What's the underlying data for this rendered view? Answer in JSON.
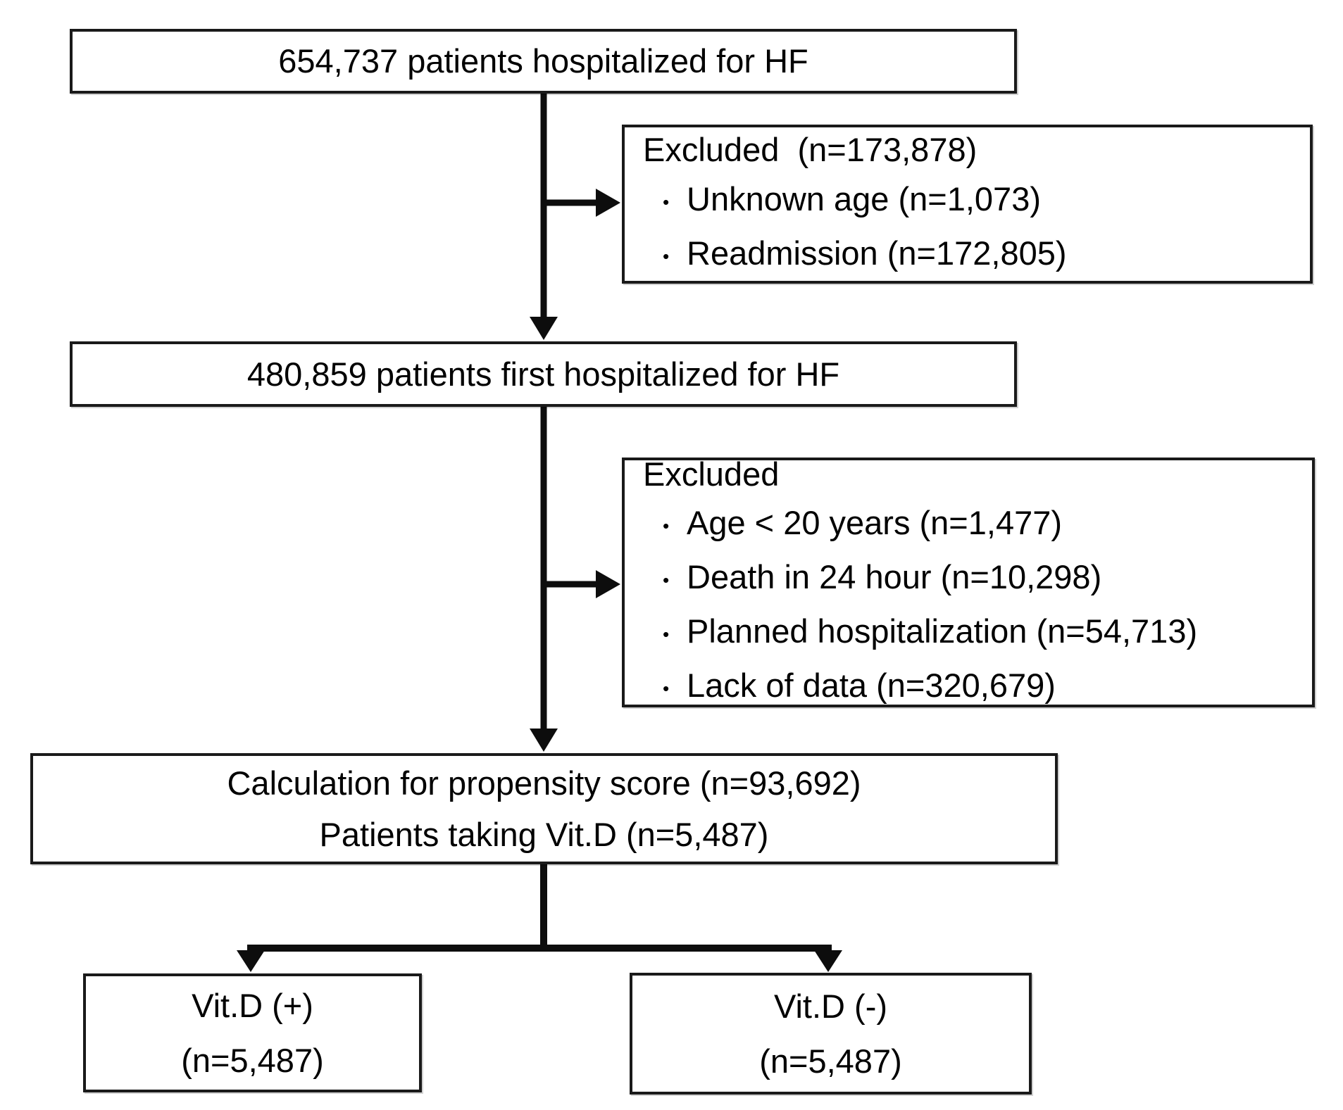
{
  "figure": {
    "type": "flowchart",
    "bullet": "•",
    "colors": {
      "background": "#ffffff",
      "line": "#0d0d0d",
      "border": "#1a1a1a",
      "text": "#000000"
    },
    "boxes": {
      "box1": {
        "text": "654,737 patients hospitalized for HF"
      },
      "exclusion1": {
        "title": "Excluded  (n=173,878)",
        "items": [
          "Unknown age (n=1,073)",
          "Readmission (n=172,805)"
        ]
      },
      "box2": {
        "text": "480,859 patients first hospitalized for HF"
      },
      "exclusion2": {
        "title": "Excluded",
        "items": [
          "Age < 20 years (n=1,477)",
          "Death in 24 hour (n=10,298)",
          "Planned hospitalization (n=54,713)",
          "Lack of data (n=320,679)"
        ]
      },
      "box3": {
        "line1": "Calculation for propensity score (n=93,692)",
        "line2": "Patients taking Vit.D (n=5,487)"
      },
      "vitd_plus": {
        "line1": "Vit.D (+)",
        "line2": "(n=5,487)"
      },
      "vitd_minus": {
        "line1": "Vit.D (-)",
        "line2": "(n=5,487)"
      }
    }
  }
}
